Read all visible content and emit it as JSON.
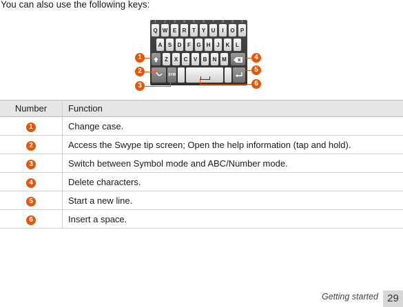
{
  "intro": "You can also use the following keys:",
  "keyboard": {
    "row1": [
      "Q",
      "W",
      "E",
      "R",
      "T",
      "Y",
      "U",
      "I",
      "O",
      "P"
    ],
    "row2": [
      "A",
      "S",
      "D",
      "F",
      "G",
      "H",
      "J",
      "K",
      "L"
    ],
    "row3": [
      "Z",
      "X",
      "C",
      "V",
      "B",
      "N",
      "M"
    ],
    "hints": [
      "1",
      "2",
      "3",
      "4",
      "5",
      "6",
      "7",
      "8",
      "9",
      "0"
    ],
    "sym_label": "SYM"
  },
  "table": {
    "headers": [
      "Number",
      "Function"
    ],
    "rows": [
      {
        "num": "1",
        "text": "Change case."
      },
      {
        "num": "2",
        "text": "Access the Swype tip screen; Open the help information (tap and hold)."
      },
      {
        "num": "3",
        "text": "Switch between Symbol mode and ABC/Number mode."
      },
      {
        "num": "4",
        "text": "Delete characters."
      },
      {
        "num": "5",
        "text": "Start a new line."
      },
      {
        "num": "6",
        "text": "Insert a space."
      }
    ]
  },
  "callouts": [
    "1",
    "2",
    "3",
    "4",
    "5",
    "6"
  ],
  "footer": {
    "section": "Getting started",
    "page": "29"
  },
  "colors": {
    "accent": "#e2580c"
  }
}
